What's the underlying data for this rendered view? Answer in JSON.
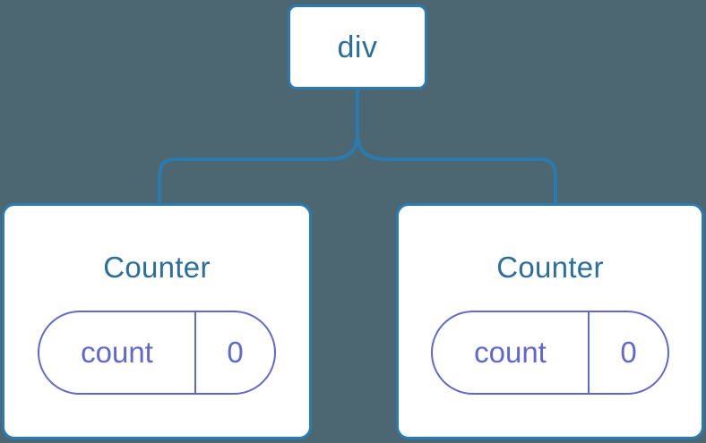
{
  "diagram": {
    "type": "component-tree",
    "background_color": "#4c6772",
    "edge_color": "#2b7bb0",
    "node_border_color": "#2b7bb0",
    "node_fill_color": "#ffffff",
    "node_text_color": "#2c6e9b",
    "state_color": "#6068d0",
    "root": {
      "label": "div"
    },
    "children": [
      {
        "title": "Counter",
        "state": {
          "key": "count",
          "value": "0"
        }
      },
      {
        "title": "Counter",
        "state": {
          "key": "count",
          "value": "0"
        }
      }
    ]
  }
}
